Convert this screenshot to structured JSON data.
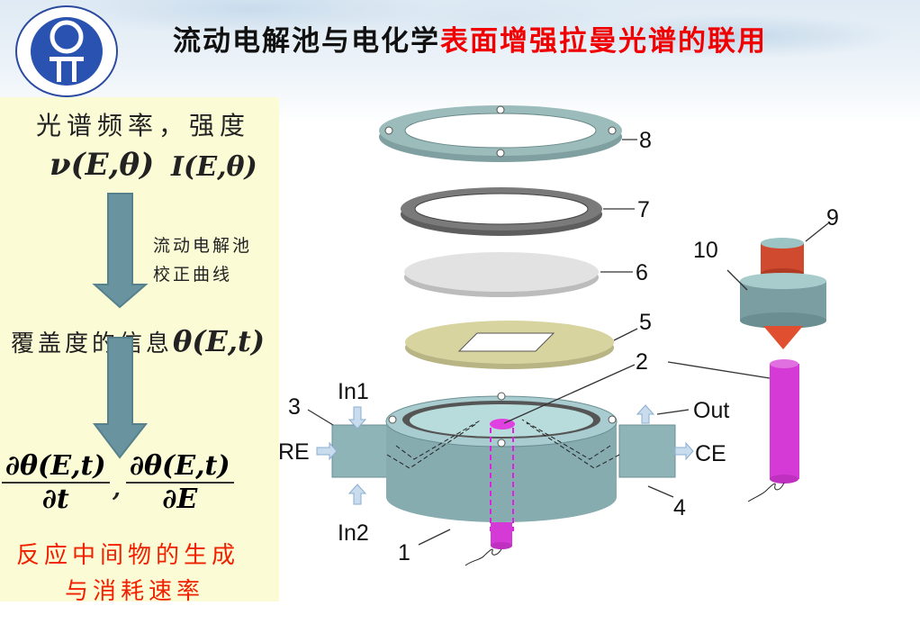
{
  "header": {
    "title_black": "流动电解池与电化学",
    "title_red": "表面增强拉曼光谱的联用",
    "logo": "university-of-science-and-technology-of-china-seal"
  },
  "left_panel": {
    "line1": "光谱频率，强度",
    "nu_expr": "ν(E,θ)",
    "intensity_expr": "I(E,θ)",
    "arrow_note_1": "流动电解池",
    "arrow_note_2": "校正曲线",
    "coverage_text": "覆盖度的信息",
    "coverage_expr": "θ(E,t)",
    "deriv1_num": "∂θ(E,t)",
    "deriv1_den": "∂t",
    "comma": ",",
    "deriv2_num": "∂θ(E,t)",
    "deriv2_den": "∂E",
    "result_line1": "反应中间物的生成",
    "result_line2": "与消耗速率",
    "colors": {
      "panel_bg": "#fbfbd6",
      "arrow": "#6a93a0",
      "result_text": "#f02000"
    }
  },
  "diagram": {
    "labels": {
      "l1": "1",
      "l2": "2",
      "l3": "3",
      "l4": "4",
      "l5": "5",
      "l6": "6",
      "l7": "7",
      "l8": "8",
      "l9": "9",
      "l10": "10",
      "in1": "In1",
      "in2": "In2",
      "re": "RE",
      "out": "Out",
      "ce": "CE"
    },
    "colors": {
      "cell": "#8fb4b8",
      "ring7": "#7a7a7a",
      "disk6": "#dcdcdc",
      "disk5": "#d8d4a0",
      "tube": "#d63ad6",
      "lens9": "#d04a30",
      "cone": "#e05030"
    }
  }
}
